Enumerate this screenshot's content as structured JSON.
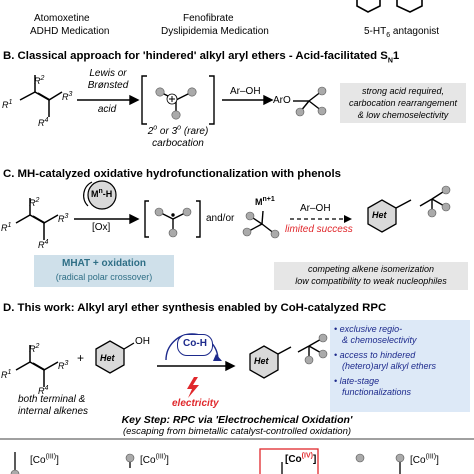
{
  "top": {
    "atomoxetine": "Atomoxetine",
    "adhd": "ADHD Medication",
    "fenofibrate": "Fenofibrate",
    "dyslipidemia": "Dyslipidemia Medication",
    "antagonist": "5-HT6 antagonist"
  },
  "sectionB": {
    "title": "B. Classical approach for 'hindered' alkyl aryl ethers - Acid-facilitated SN1",
    "reagent_line1": "Lewis or",
    "reagent_line2": "Brønsted",
    "reagent_line3": "acid",
    "r1": "R1",
    "r2": "R2",
    "r3": "R3",
    "r4": "R4",
    "carbocation_line1": "2° or 3° (rare)",
    "carbocation_line2": "carbocation",
    "aroh": "Ar–OH",
    "aro": "ArO",
    "note": [
      "strong acid required,",
      "carbocation rearrangement",
      "& low chemoselectivity"
    ]
  },
  "sectionC": {
    "title": "C. MH-catalyzed oxidative hydrofunctionalization with phenols",
    "catalyst": "Mn-H",
    "oxidant": "[Ox]",
    "andor": "and/or",
    "metal": "Mn+1",
    "aroh": "Ar–OH",
    "limited": "limited success",
    "het": "Het",
    "mhat_line1": "MHAT + oxidation",
    "mhat_line2": "(radical polar crossover)",
    "note": [
      "competing alkene isomerization",
      "low compatibility to weak nucleophiles"
    ]
  },
  "sectionD": {
    "title": "D. This work: Alkyl aryl ether synthesis enabled by CoH-catalyzed RPC",
    "plus": "+",
    "oh": "OH",
    "het": "Het",
    "coh": "Co-H",
    "electricity": "electricity",
    "alkenes_line1": "both terminal &",
    "alkenes_line2": "internal alkenes",
    "bullets": [
      [
        "exclusive regio-",
        "& chemoselectivity"
      ],
      [
        "access to hindered",
        "(hetero)aryl alkyl ethers"
      ],
      [
        "late-stage",
        "functionalizations"
      ]
    ],
    "key_step": "Key Step: RPC via 'Electrochemical Oxidation'",
    "escaping": "(escaping from bimetallic catalyst-controlled oxidation)",
    "co3a": "[Co(III)]",
    "co3b": "[Co(III)]",
    "co4": "[Co(IV)]",
    "co5": "[Co(III)]"
  },
  "colors": {
    "blue_box": "#dde9f7",
    "mhat_box": "#cfe0ea",
    "mhat_text": "#2f6f86",
    "gray_box": "#e6e6e6",
    "red": "#e0282c",
    "navy": "#1d2a8c"
  }
}
